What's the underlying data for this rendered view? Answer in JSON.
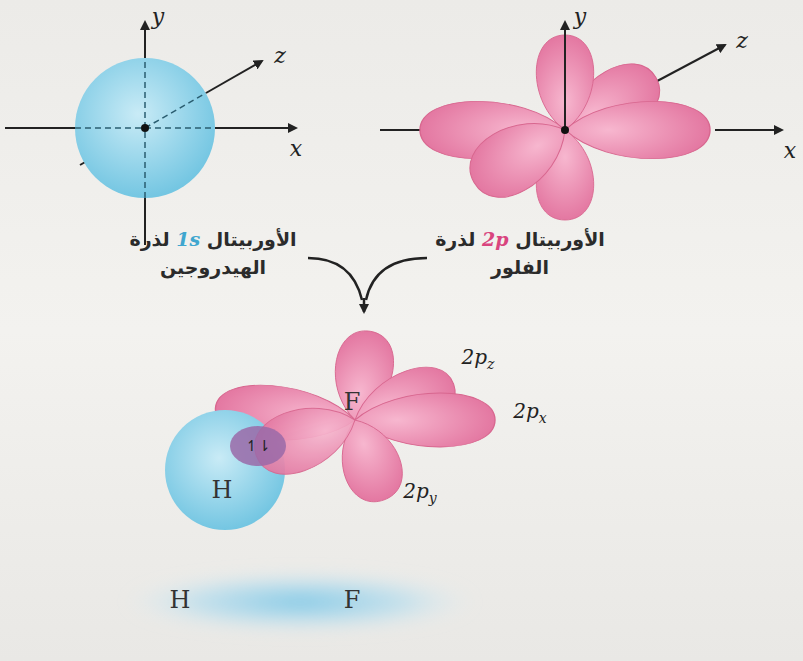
{
  "diagram": {
    "labels": [
      "y",
      "z",
      "x",
      "y",
      "z",
      "x",
      "الأوربيتال 1s لذرة الهيدروجين",
      "الأوربيتال 2p لذرة الفلور",
      "2pz",
      "F",
      "2px",
      "↿⇂",
      "H",
      "2py",
      "H",
      "F"
    ]
  }
}
